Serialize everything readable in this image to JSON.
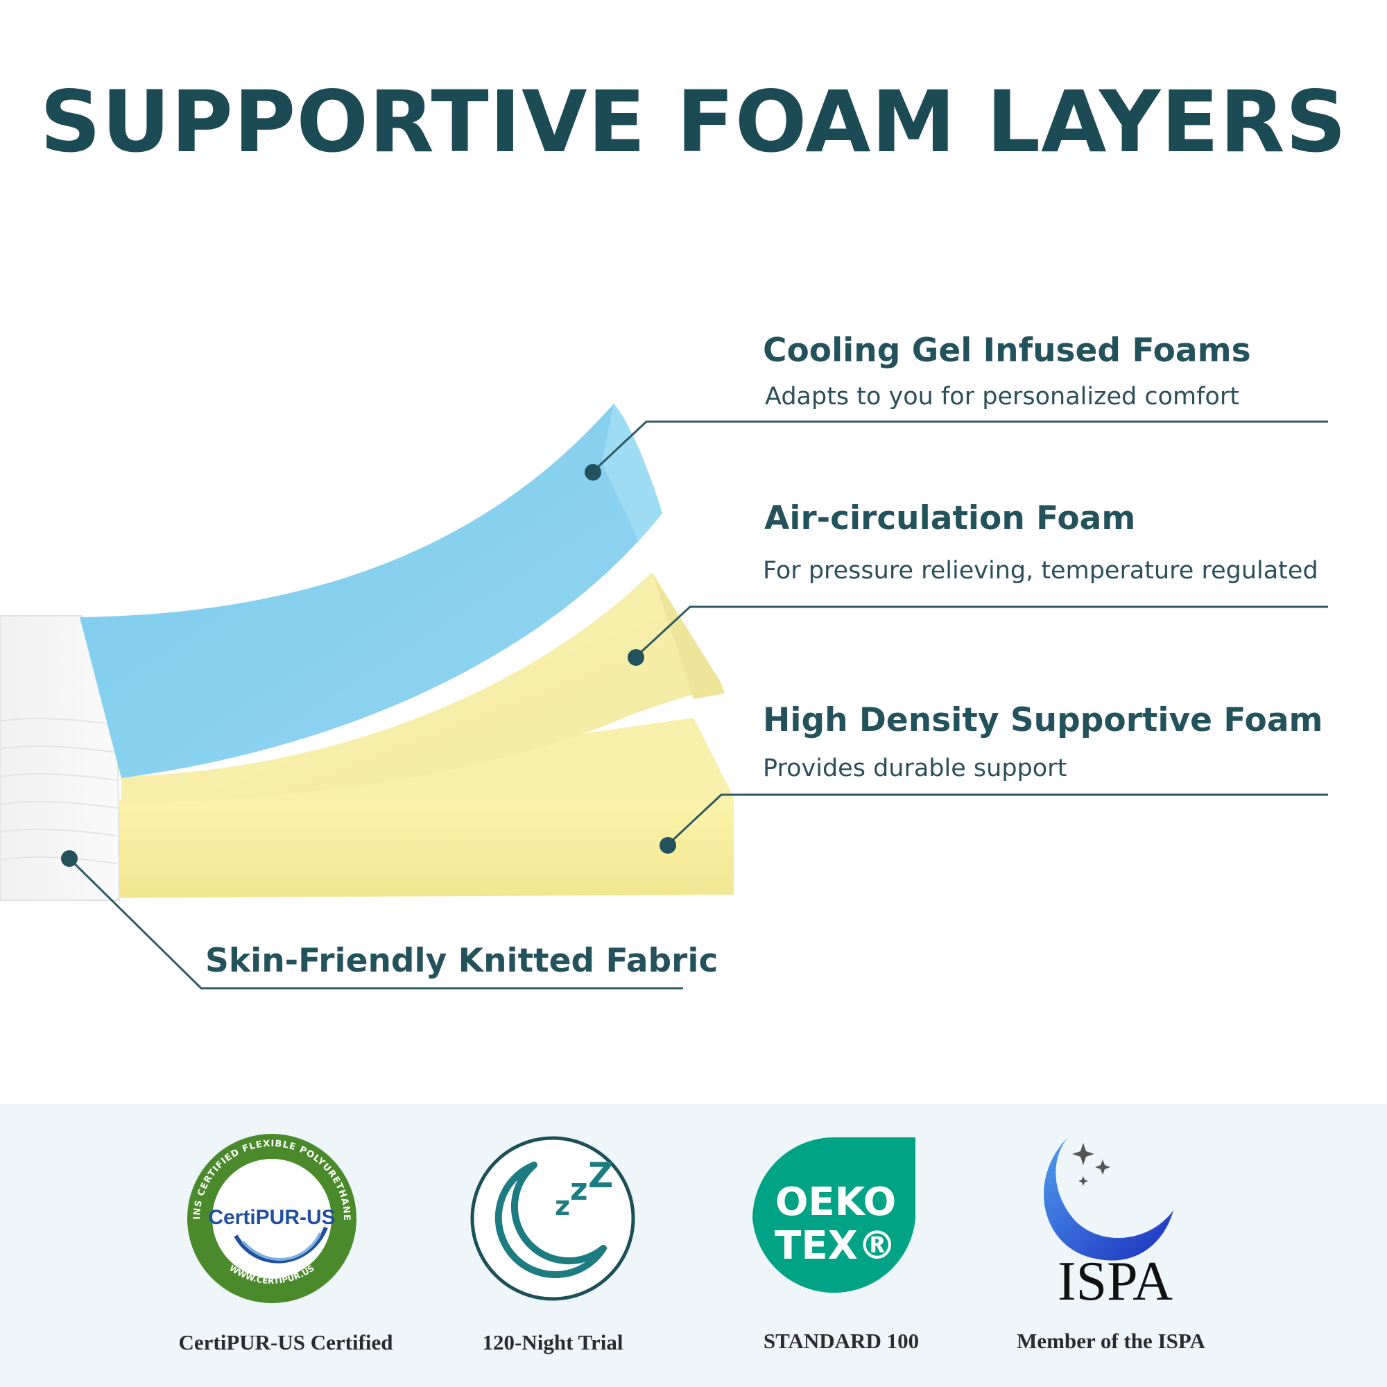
{
  "title": "SUPPORTIVE FOAM LAYERS",
  "layers": [
    {
      "heading": "Cooling Gel Infused Foams",
      "subtitle": "Adapts to you for personalized comfort"
    },
    {
      "heading": "Air-circulation Foam",
      "subtitle": "For pressure relieving, temperature regulated"
    },
    {
      "heading": "High Density Supportive Foam",
      "subtitle": "Provides durable support"
    },
    {
      "heading": "Skin-Friendly Knitted Fabric"
    }
  ],
  "badges": [
    {
      "icon": "certipur-us-seal-icon",
      "logo_text": "CertiPUR-US",
      "ring_top": "CONTAINS CERTIFIED FLEXIBLE POLYURETHANE FOAM",
      "ring_bottom": "WWW.CERTIPUR.US",
      "caption": "CertiPUR-US Certified"
    },
    {
      "icon": "moon-sleep-icon",
      "caption": "120-Night Trial"
    },
    {
      "icon": "oeko-tex-logo-icon",
      "logo_line1": "OEKO",
      "logo_line2": "TEX®",
      "caption": "STANDARD 100"
    },
    {
      "icon": "ispa-crescent-moon-icon",
      "logo_text": "ISPA",
      "caption": "Member of the ISPA"
    }
  ],
  "colors": {
    "title": "#1c4a55",
    "leader_line": "#2d5962",
    "gel_foam": "#8dd3ee",
    "air_foam": "#f6eea8",
    "base_foam": "#f7ee9e",
    "band": "#eef6fa",
    "certipur_green": "#4a8a2a",
    "oeko_green": "#00a386",
    "ispa_blue": "#1e46c8"
  }
}
